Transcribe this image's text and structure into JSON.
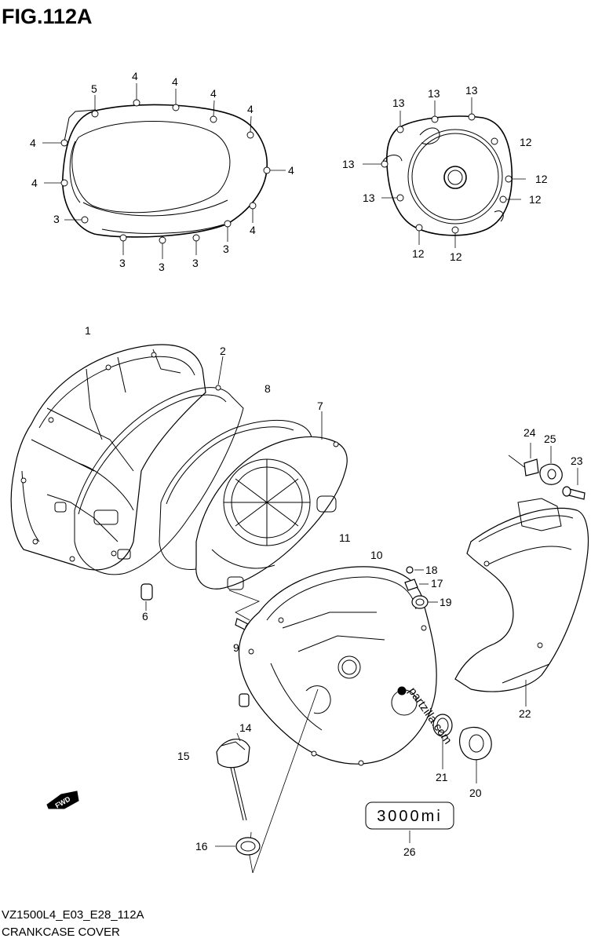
{
  "title": "FIG.112A",
  "footer": {
    "model_code": "VZ1500L4_E03_E28_112A",
    "caption": "CRANKCASE COVER"
  },
  "fwd_badge": "FWD",
  "watermark": "partzilla.com",
  "mileage_box": "3000mi",
  "callouts": [
    {
      "id": "c5",
      "label": "5"
    },
    {
      "id": "c4a",
      "label": "4"
    },
    {
      "id": "c4b",
      "label": "4"
    },
    {
      "id": "c4c",
      "label": "4"
    },
    {
      "id": "c4d",
      "label": "4"
    },
    {
      "id": "c4e",
      "label": "4"
    },
    {
      "id": "c4f",
      "label": "4"
    },
    {
      "id": "c4g",
      "label": "4"
    },
    {
      "id": "c4h",
      "label": "4"
    },
    {
      "id": "c3a",
      "label": "3"
    },
    {
      "id": "c3b",
      "label": "3"
    },
    {
      "id": "c3c",
      "label": "3"
    },
    {
      "id": "c3d",
      "label": "3"
    },
    {
      "id": "c3e",
      "label": "3"
    },
    {
      "id": "c13a",
      "label": "13"
    },
    {
      "id": "c13b",
      "label": "13"
    },
    {
      "id": "c13c",
      "label": "13"
    },
    {
      "id": "c13d",
      "label": "13"
    },
    {
      "id": "c13e",
      "label": "13"
    },
    {
      "id": "c12a",
      "label": "12"
    },
    {
      "id": "c12b",
      "label": "12"
    },
    {
      "id": "c12c",
      "label": "12"
    },
    {
      "id": "c12d",
      "label": "12"
    },
    {
      "id": "c12e",
      "label": "12"
    },
    {
      "id": "c1",
      "label": "1"
    },
    {
      "id": "c2",
      "label": "2"
    },
    {
      "id": "c8",
      "label": "8"
    },
    {
      "id": "c7",
      "label": "7"
    },
    {
      "id": "c6",
      "label": "6"
    },
    {
      "id": "c9",
      "label": "9"
    },
    {
      "id": "c10",
      "label": "10"
    },
    {
      "id": "c11",
      "label": "11"
    },
    {
      "id": "c14",
      "label": "14"
    },
    {
      "id": "c15",
      "label": "15"
    },
    {
      "id": "c16",
      "label": "16"
    },
    {
      "id": "c17",
      "label": "17"
    },
    {
      "id": "c18",
      "label": "18"
    },
    {
      "id": "c19",
      "label": "19"
    },
    {
      "id": "c20",
      "label": "20"
    },
    {
      "id": "c21",
      "label": "21"
    },
    {
      "id": "c22",
      "label": "22"
    },
    {
      "id": "c23",
      "label": "23"
    },
    {
      "id": "c24",
      "label": "24"
    },
    {
      "id": "c25",
      "label": "25"
    },
    {
      "id": "c26",
      "label": "26"
    }
  ]
}
